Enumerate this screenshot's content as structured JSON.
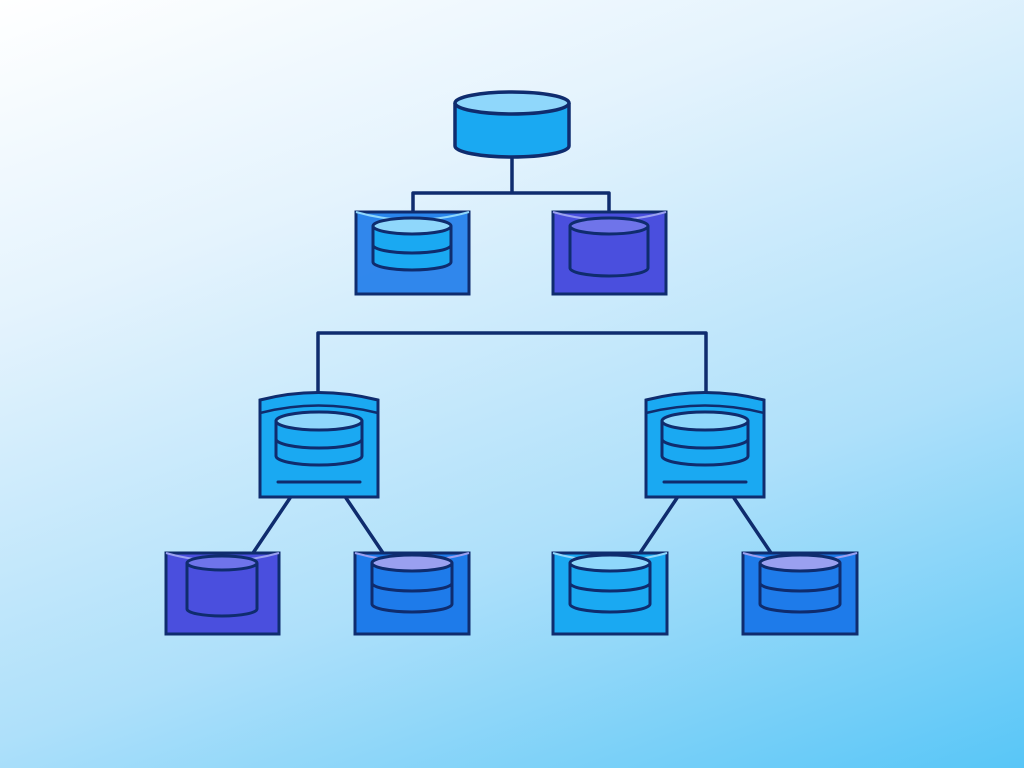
{
  "diagram": {
    "type": "database-hierarchy-tree",
    "colors": {
      "stroke": "#0f2c6e",
      "sky": "#1aa9f2",
      "blue": "#1e7bea",
      "indigo": "#4a4fde",
      "cap_light": "#8fd7fb",
      "cap_lilac": "#9aa0f0"
    },
    "nodes": [
      {
        "id": "root",
        "kind": "database",
        "color": "sky",
        "icon": "database-cylinder-icon"
      },
      {
        "id": "l1-left",
        "kind": "database-card",
        "color": "blue",
        "icon": "database-icon"
      },
      {
        "id": "l1-right",
        "kind": "database-card",
        "color": "indigo",
        "icon": "database-icon"
      },
      {
        "id": "l2-left",
        "kind": "database-server",
        "color": "sky",
        "icon": "database-server-icon"
      },
      {
        "id": "l2-right",
        "kind": "database-server",
        "color": "sky",
        "icon": "database-server-icon"
      },
      {
        "id": "leaf-1",
        "kind": "database-card",
        "color": "indigo",
        "icon": "database-icon"
      },
      {
        "id": "leaf-2",
        "kind": "database-card",
        "color": "blue",
        "icon": "database-icon"
      },
      {
        "id": "leaf-3",
        "kind": "database-card",
        "color": "sky",
        "icon": "database-icon"
      },
      {
        "id": "leaf-4",
        "kind": "database-card",
        "color": "blue",
        "icon": "database-icon"
      }
    ],
    "edges": [
      {
        "from": "root",
        "to": "l1-left"
      },
      {
        "from": "root",
        "to": "l1-right"
      },
      {
        "from": "l1-left",
        "to": "l2-left"
      },
      {
        "from": "l1-left",
        "to": "l2-right"
      },
      {
        "from": "l2-left",
        "to": "leaf-1"
      },
      {
        "from": "l2-left",
        "to": "leaf-2"
      },
      {
        "from": "l2-right",
        "to": "leaf-3"
      },
      {
        "from": "l2-right",
        "to": "leaf-4"
      }
    ]
  }
}
